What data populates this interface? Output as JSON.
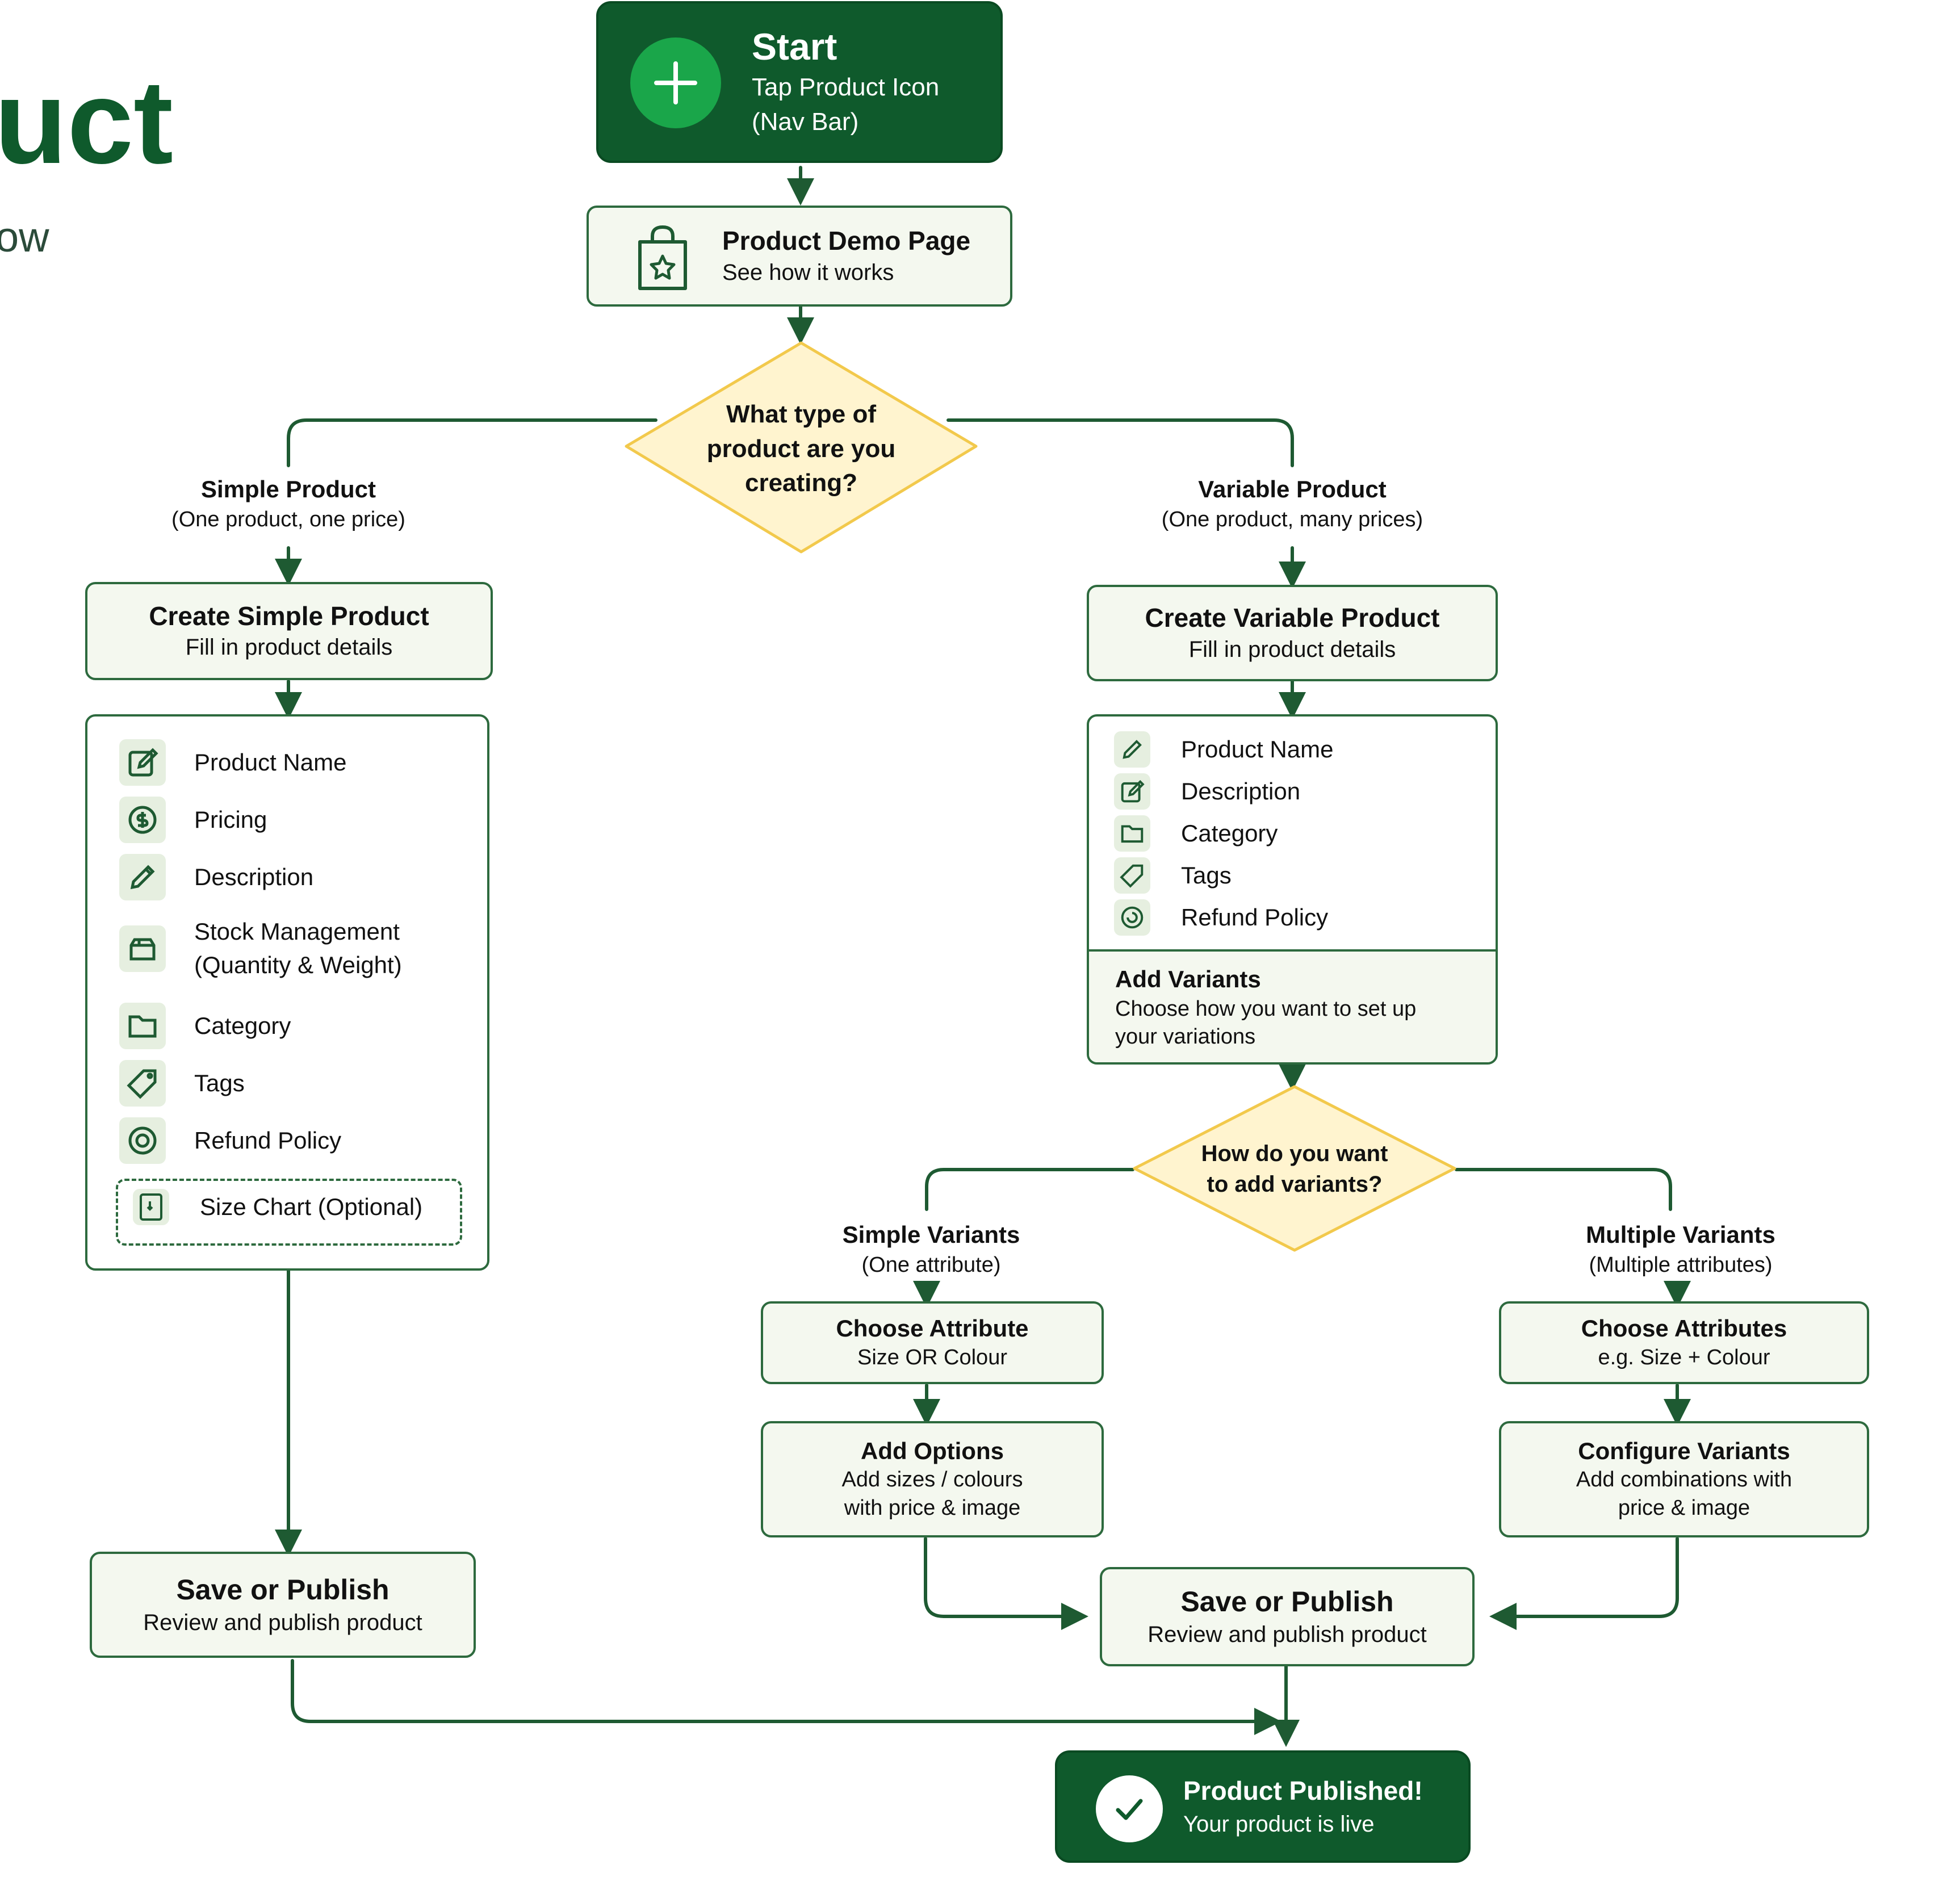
{
  "page": {
    "title_fragment": "uct",
    "subtitle_fragment": "ow"
  },
  "colors": {
    "dark_green": "#0f5a2c",
    "line_green": "#2d6a3e",
    "light_fill": "#f4f8ef",
    "decision_fill": "#fff4cf",
    "decision_stroke": "#f2c94c"
  },
  "start": {
    "title": "Start",
    "line1": "Tap Product Icon",
    "line2": "(Nav Bar)",
    "icon": "plus-icon"
  },
  "demo": {
    "title": "Product Demo Page",
    "subtitle": "See how it works",
    "icon": "shopping-bag-icon"
  },
  "decision1": {
    "line1": "What type of",
    "line2": "product are you",
    "line3": "creating?"
  },
  "simple_branch": {
    "title": "Simple Product",
    "subtitle": "(One product, one price)"
  },
  "variable_branch": {
    "title": "Variable Product",
    "subtitle": "(One product, many prices)"
  },
  "create_simple": {
    "title": "Create Simple Product",
    "subtitle": "Fill in product details"
  },
  "create_variable": {
    "title": "Create Variable Product",
    "subtitle": "Fill in product details"
  },
  "simple_fields": [
    {
      "label": "Product Name",
      "icon": "edit-icon"
    },
    {
      "label": "Pricing",
      "icon": "coin-icon"
    },
    {
      "label": "Description",
      "icon": "pencil-icon"
    },
    {
      "label": "Stock Management",
      "label2": "(Quantity & Weight)",
      "icon": "box-icon"
    },
    {
      "label": "Category",
      "icon": "folder-icon"
    },
    {
      "label": "Tags",
      "icon": "tag-icon"
    },
    {
      "label": "Refund Policy",
      "icon": "refund-icon"
    },
    {
      "label": "Size Chart (Optional)",
      "icon": "ruler-icon"
    }
  ],
  "variable_fields": [
    {
      "label": "Product Name",
      "icon": "pencil-icon"
    },
    {
      "label": "Description",
      "icon": "edit-icon"
    },
    {
      "label": "Category",
      "icon": "folder-icon"
    },
    {
      "label": "Tags",
      "icon": "tag-icon"
    },
    {
      "label": "Refund Policy",
      "icon": "refund-icon"
    }
  ],
  "add_variants": {
    "title": "Add Variants",
    "line1": "Choose how you want to set up",
    "line2": "your variations"
  },
  "decision2": {
    "line1": "How do you want",
    "line2": "to add variants?"
  },
  "simple_variants": {
    "title": "Simple Variants",
    "subtitle": "(One attribute)"
  },
  "multiple_variants": {
    "title": "Multiple Variants",
    "subtitle": "(Multiple attributes)"
  },
  "choose_attribute": {
    "title": "Choose Attribute",
    "subtitle": "Size OR Colour"
  },
  "choose_attributes": {
    "title": "Choose Attributes",
    "subtitle": "e.g. Size + Colour"
  },
  "add_options": {
    "title": "Add Options",
    "line1": "Add sizes / colours",
    "line2": "with price & image"
  },
  "configure_variants": {
    "title": "Configure Variants",
    "line1": "Add combinations with",
    "line2": "price & image"
  },
  "save_simple": {
    "title": "Save or Publish",
    "subtitle": "Review and publish product"
  },
  "save_variable": {
    "title": "Save or Publish",
    "subtitle": "Review and publish product"
  },
  "published": {
    "title": "Product Published!",
    "subtitle": "Your product is live",
    "icon": "check-icon"
  }
}
